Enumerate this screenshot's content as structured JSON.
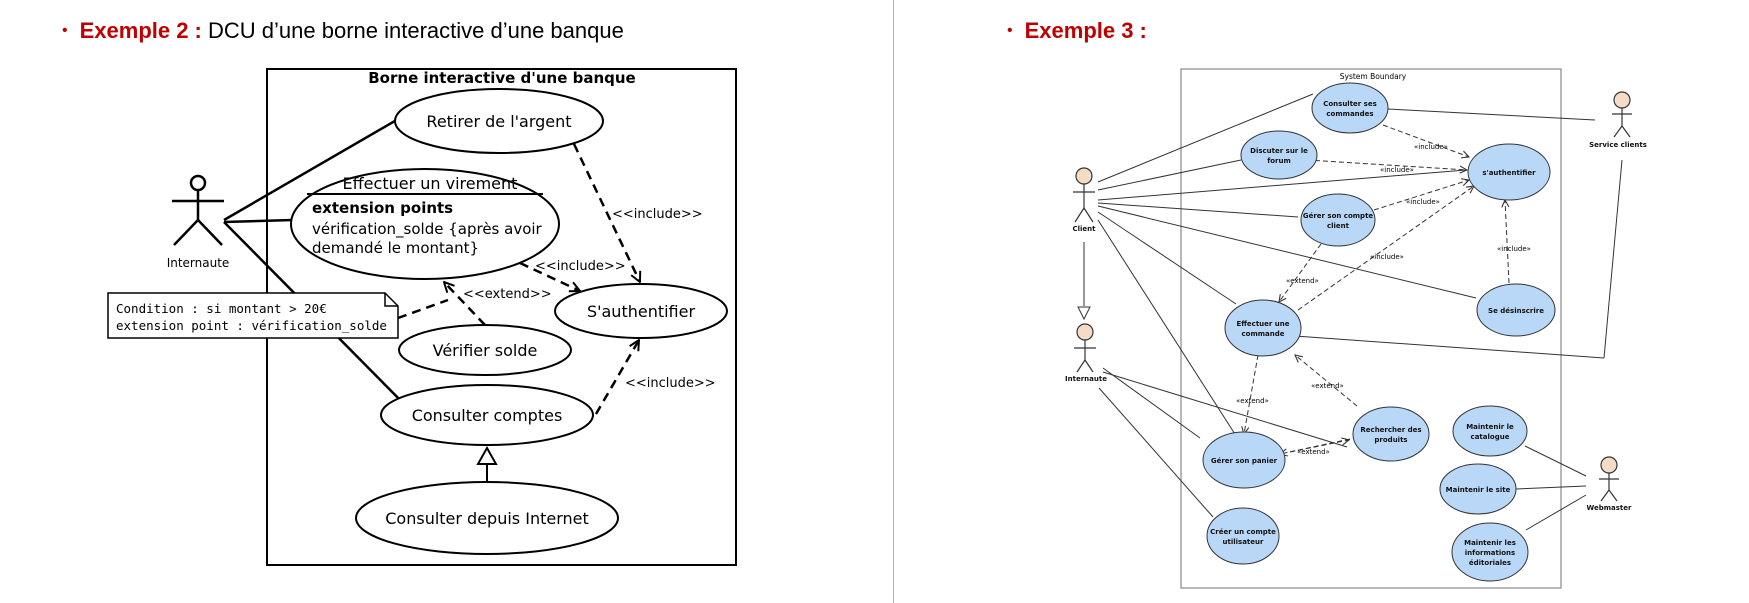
{
  "left": {
    "bullet": "•",
    "label": "Exemple 2 :",
    "title": "DCU d’une borne interactive d’une banque",
    "diagram": {
      "boundary_title": "Borne interactive d'une banque",
      "actor": "Internaute",
      "use_cases": {
        "retirer": "Retirer de l'argent",
        "virement_name": "Effectuer un virement",
        "virement_ext_header": "extension points",
        "virement_ext_line1": "vérification_solde {après avoir",
        "virement_ext_line2": "demandé le montant}",
        "authentifier": "S'authentifier",
        "verifier": "Vérifier solde",
        "consulter": "Consulter comptes",
        "consulter_internet": "Consulter depuis Internet"
      },
      "relations": {
        "include1": "<<include>>",
        "include2": "<<include>>",
        "include3": "<<include>>",
        "extend": "<<extend>>"
      },
      "note": {
        "line1": "Condition : si montant > 20€",
        "line2": "extension point : vérification_solde"
      }
    }
  },
  "right": {
    "bullet": "•",
    "label": "Exemple 3 :",
    "diagram": {
      "boundary_title": "System Boundary",
      "actors": {
        "client": "Client",
        "internaute": "Internaute",
        "service": "Service clients",
        "webmaster": "Webmaster"
      },
      "use_cases": {
        "consulter_cmd_1": "Consulter ses",
        "consulter_cmd_2": "commandes",
        "discuter_1": "Discuter sur le",
        "discuter_2": "forum",
        "authentifier": "s'authentifier",
        "gerer_compte_1": "Gérer son compte",
        "gerer_compte_2": "client",
        "desinscrire": "Se désinscrire",
        "commande_1": "Effectuer une",
        "commande_2": "commande",
        "panier": "Gérer son panier",
        "rechercher_1": "Rechercher des",
        "rechercher_2": "produits",
        "creer_1": "Créer un compte",
        "creer_2": "utilisateur",
        "catalogue_1": "Maintenir le",
        "catalogue_2": "catalogue",
        "site": "Maintenir le site",
        "info_1": "Maintenir les",
        "info_2": "informations",
        "info_3": "éditoriales"
      },
      "relations": {
        "include1": "«include»",
        "include2": "«include»",
        "include3": "«include»",
        "include4": "«include»",
        "include5": "«include»",
        "extend1": "«extend»",
        "extend2": "«extend»",
        "extend3": "«extend»",
        "extend4": "«extend»"
      }
    }
  },
  "colors": {
    "label_red": "#c00000",
    "usecase_fill_blue": "#b9d7f7",
    "divider_gray": "#b0b0b0"
  }
}
